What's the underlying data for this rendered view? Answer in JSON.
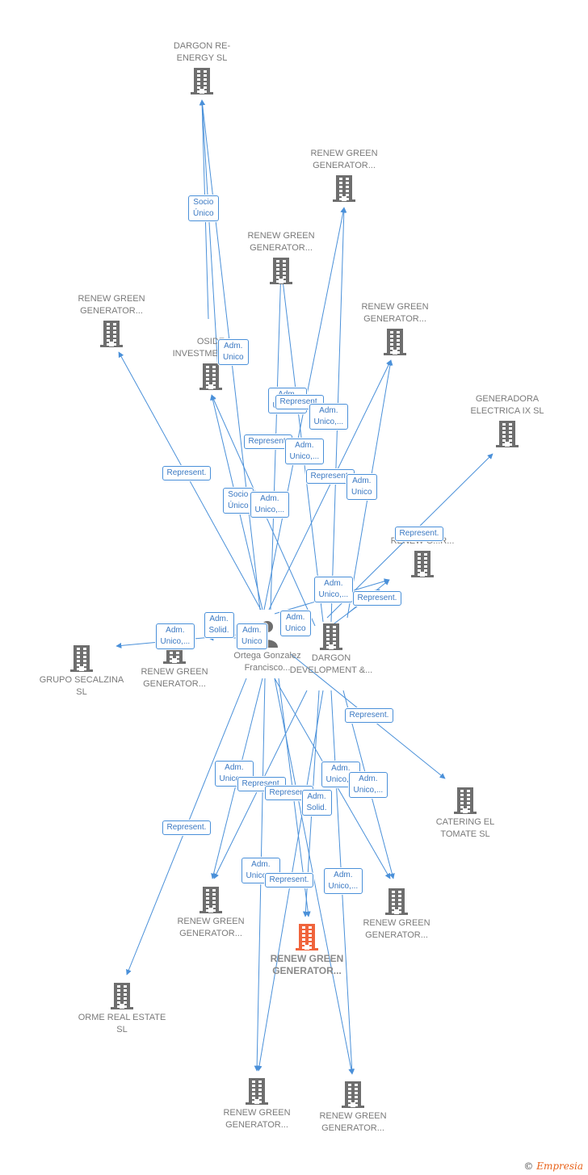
{
  "colors": {
    "edge": "#4a90d9",
    "node": "#6e6e6e",
    "focus": "#f0643c",
    "text": "#7a7a7a"
  },
  "nodes": [
    {
      "id": "dargon_re",
      "label": "DARGON RE- ENERGY SL",
      "icon": "building-icon"
    },
    {
      "id": "rg_top",
      "label": "RENEW GREEN GENERATOR...",
      "icon": "building-icon"
    },
    {
      "id": "rg_mid",
      "label": "RENEW GREEN GENERATOR...",
      "icon": "building-icon"
    },
    {
      "id": "rg_left",
      "label": "RENEW GREEN GENERATOR...",
      "icon": "building-icon"
    },
    {
      "id": "rg_right",
      "label": "RENEW GREEN GENERATOR...",
      "icon": "building-icon"
    },
    {
      "id": "oside",
      "label": "OSIDE INVESTMENTS SL",
      "icon": "building-icon"
    },
    {
      "id": "gen_ix",
      "label": "GENERADORA ELECTRICA IX SL",
      "icon": "building-icon"
    },
    {
      "id": "rg_far",
      "label": "RENEW G...R...",
      "icon": "building-icon"
    },
    {
      "id": "grupo",
      "label": "GRUPO SECALZINA SL",
      "icon": "building-icon"
    },
    {
      "id": "rg_center_left",
      "label": "RENEW GREEN GENERATOR...",
      "icon": "building-icon"
    },
    {
      "id": "person",
      "label": "Ortega Gonzalez Francisco...",
      "icon": "person-icon"
    },
    {
      "id": "dargon_dev",
      "label": "DARGON DEVELOPMENT &...",
      "icon": "building-icon"
    },
    {
      "id": "catering",
      "label": "CATERING EL TOMATE SL",
      "icon": "building-icon"
    },
    {
      "id": "rg_bl",
      "label": "RENEW GREEN GENERATOR...",
      "icon": "building-icon"
    },
    {
      "id": "rg_focus",
      "label": "RENEW GREEN GENERATOR...",
      "icon": "building-icon",
      "focus": true
    },
    {
      "id": "rg_br",
      "label": "RENEW GREEN GENERATOR...",
      "icon": "building-icon"
    },
    {
      "id": "orme",
      "label": "ORME REAL ESTATE SL",
      "icon": "building-icon"
    },
    {
      "id": "rg_bottom1",
      "label": "RENEW GREEN GENERATOR...",
      "icon": "building-icon"
    },
    {
      "id": "rg_bottom2",
      "label": "RENEW GREEN GENERATOR...",
      "icon": "building-icon"
    }
  ],
  "edge_labels": [
    "Socio Único",
    "Adm. Unico",
    "Represent.",
    "Adm. Unico,...",
    "Represent.",
    "Adm. Unico,...",
    "Represent.",
    "Adm. Unico,...",
    "Represent.",
    "Adm. Unico",
    "Socio Único",
    "Adm. Unico,...",
    "Represent.",
    "Adm. Unico,...",
    "Represent.",
    "Adm. Solid.",
    "Adm. Unico,...",
    "Adm. Unico",
    "Adm. Unico",
    "Represent.",
    "Adm. Unico,...",
    "Represent.",
    "Adm. Unico,...",
    "Adm. Unico,...",
    "Represent.",
    "Adm. Solid.",
    "Represent.",
    "Adm. Unico,...",
    "Represent.",
    "Adm. Unico,..."
  ],
  "footer": {
    "copyright": "©",
    "brand": "Empresia"
  }
}
